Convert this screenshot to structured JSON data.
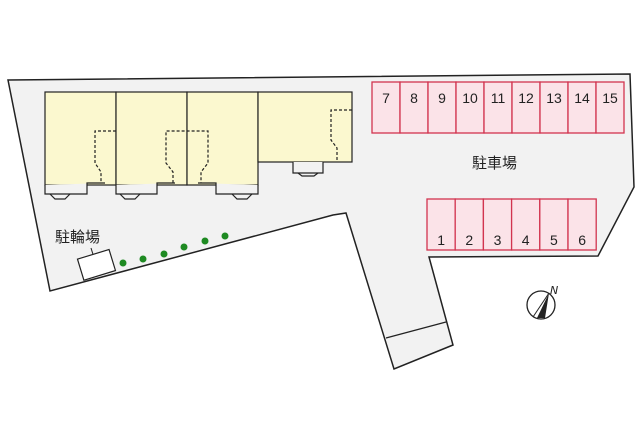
{
  "labels": {
    "parking": "駐車場",
    "bicycle_parking": "駐輪場",
    "north": "N"
  },
  "parking_top": [
    "7",
    "8",
    "9",
    "10",
    "11",
    "12",
    "13",
    "14",
    "15"
  ],
  "parking_bottom": [
    "1",
    "2",
    "3",
    "4",
    "5",
    "6"
  ],
  "colors": {
    "lot": "#f2f2f2",
    "building": "#fbf8cf",
    "parking_fill": "#fbe3e8",
    "parking_stroke": "#d2344f",
    "tree": "#1e8a22"
  }
}
